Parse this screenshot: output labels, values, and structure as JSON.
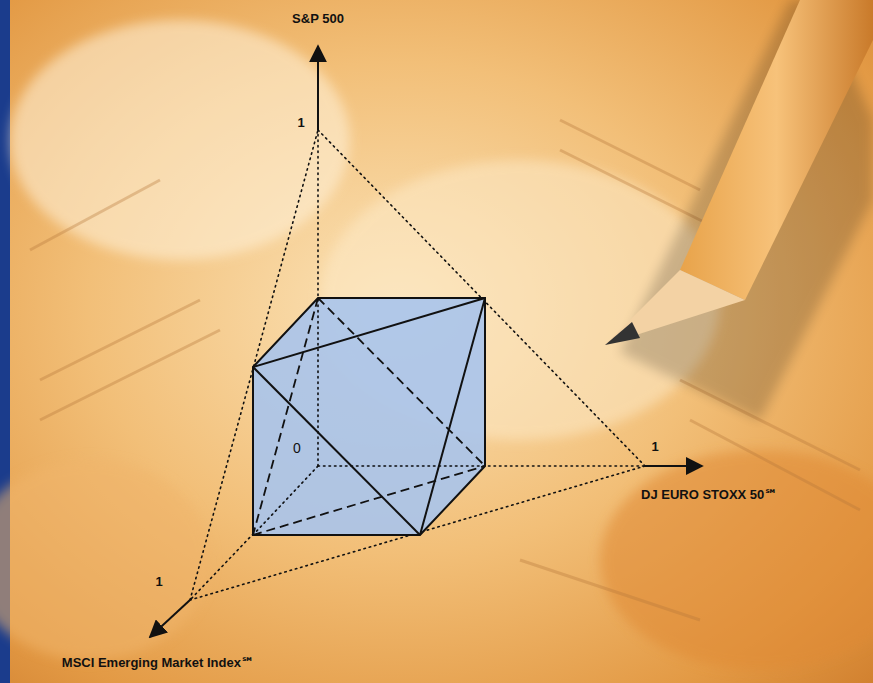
{
  "diagram": {
    "labels": [
      "S&P 500",
      "1",
      "0",
      "1",
      "DJ EURO STOXX 50℠",
      "1",
      "MSCI Emerging Market Index℠"
    ]
  }
}
